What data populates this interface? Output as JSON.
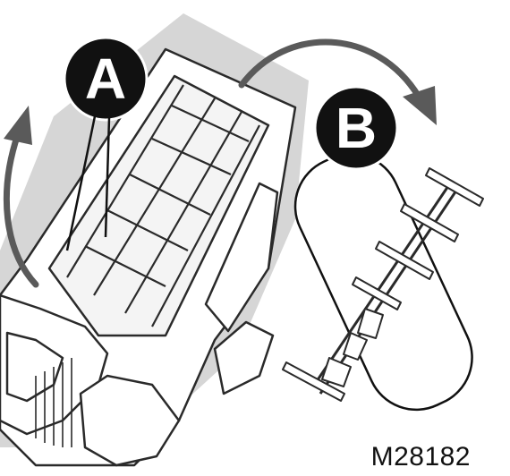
{
  "labels": {
    "a": "A",
    "b": "B"
  },
  "model_code": "M28182",
  "colors": {
    "background": "#ffffff",
    "shade": "#d6d6d6",
    "outline": "#2a2a2a",
    "arrow": "#5a5a5a",
    "badge": "#111111"
  },
  "icons": {
    "arrow_left": "curved-arrow-up-icon",
    "arrow_right": "curved-arrow-down-right-icon"
  }
}
